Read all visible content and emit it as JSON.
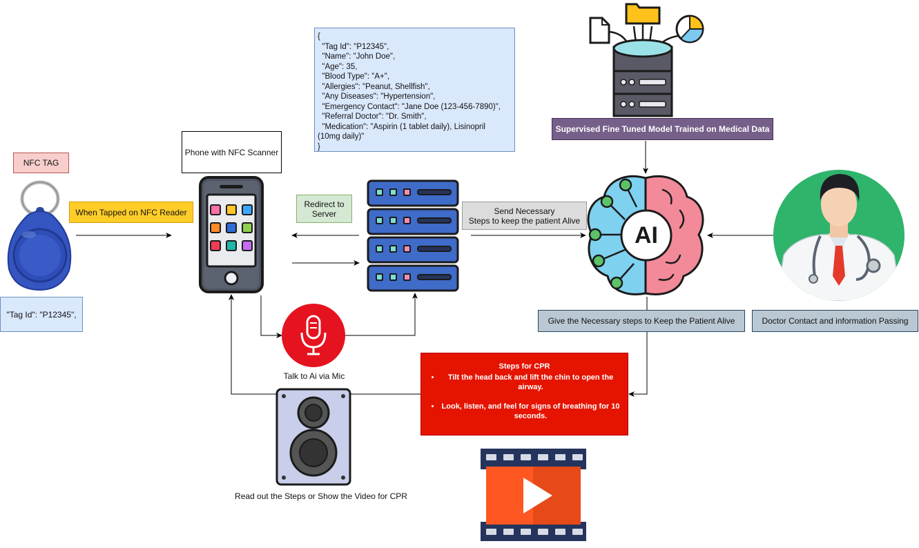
{
  "nfc_tag_label": "NFC TAG",
  "tag_id_label": "\"Tag Id\": \"P12345\",",
  "tapped_label": "When Tapped on NFC Reader",
  "phone_label": "Phone with NFC Scanner",
  "redirect_label": "Redirect to\nServer",
  "send_steps_label": "Send Necessary\nSteps to keep the patient Alive",
  "model_label": "Supervised Fine Tuned Model Trained on Medical Data",
  "ai_text": "AI",
  "give_steps_label": "Give the Necessary steps to Keep the Patient Alive",
  "doctor_label": "Doctor Contact and information Passing",
  "mic_label": "Talk to Ai via Mic",
  "speaker_label": "Read out the Steps or Show the Video for CPR",
  "json_text": "{\n  \"Tag Id\": \"P12345\",\n  \"Name\": \"John Doe\",\n  \"Age\": 35,\n  \"Blood Type\": \"A+\",\n  \"Allergies\": \"Peanut, Shellfish\",\n  \"Any Diseases\": \"Hypertension\",\n  \"Emergency Contact\": \"Jane Doe (123-456-7890)\",\n  \"Referral Doctor\": \"Dr. Smith\",\n  \"Medication\": \"Aspirin (1 tablet daily), Lisinopril\n(10mg daily)\"\n}",
  "cpr": {
    "title": "Steps for CPR",
    "steps": [
      "Tilt the head back and lift the chin to open the airway.",
      "Look, listen, and feel for signs of breathing for 10 seconds."
    ]
  },
  "colors": {
    "red_box": "#e51400",
    "pink_box": "#f8cecc",
    "orange_box": "#ffcd28",
    "green_box": "#d5e8d4",
    "blue_box": "#dae8fc",
    "gray_box": "#bac8d3",
    "purple_box": "#76608a"
  }
}
